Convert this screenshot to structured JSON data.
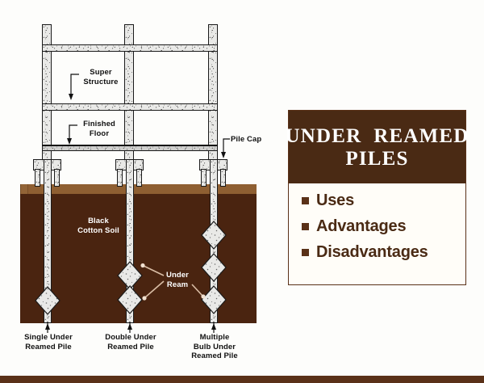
{
  "panel": {
    "title_line1": "UNDER  REAMED",
    "title_line2": "PILES",
    "items": [
      {
        "label": "Uses"
      },
      {
        "label": "Advantages"
      },
      {
        "label": "Disadvantages"
      }
    ],
    "colors": {
      "header_bg": "#4A2A14",
      "border": "#5A3118",
      "body_bg": "#fffdf8",
      "text": "#4A2A14"
    }
  },
  "diagram": {
    "annotations": {
      "super_structure": "Super\nStructure",
      "finished_floor": "Finished\nFloor",
      "pile_cap": "Pile Cap",
      "black_cotton_soil": "Black\nCotton Soil",
      "under_ream": "Under\nReam"
    },
    "pile_labels": [
      {
        "name": "Single Under\nReamed Pile",
        "bulbs": 1
      },
      {
        "name": "Double Under\nReamed Pile",
        "bulbs": 2
      },
      {
        "name": "Multiple\nBulb Under\nReamed Pile",
        "bulbs": 3
      }
    ],
    "colors": {
      "soil": "#4A2410",
      "topsoil": "#8B5A2B",
      "concrete": "#e9e9e7",
      "outline": "#1a1a1a",
      "soil_label_text": "#ffffff"
    }
  },
  "footer": {
    "bar_color": "#5A3118"
  }
}
